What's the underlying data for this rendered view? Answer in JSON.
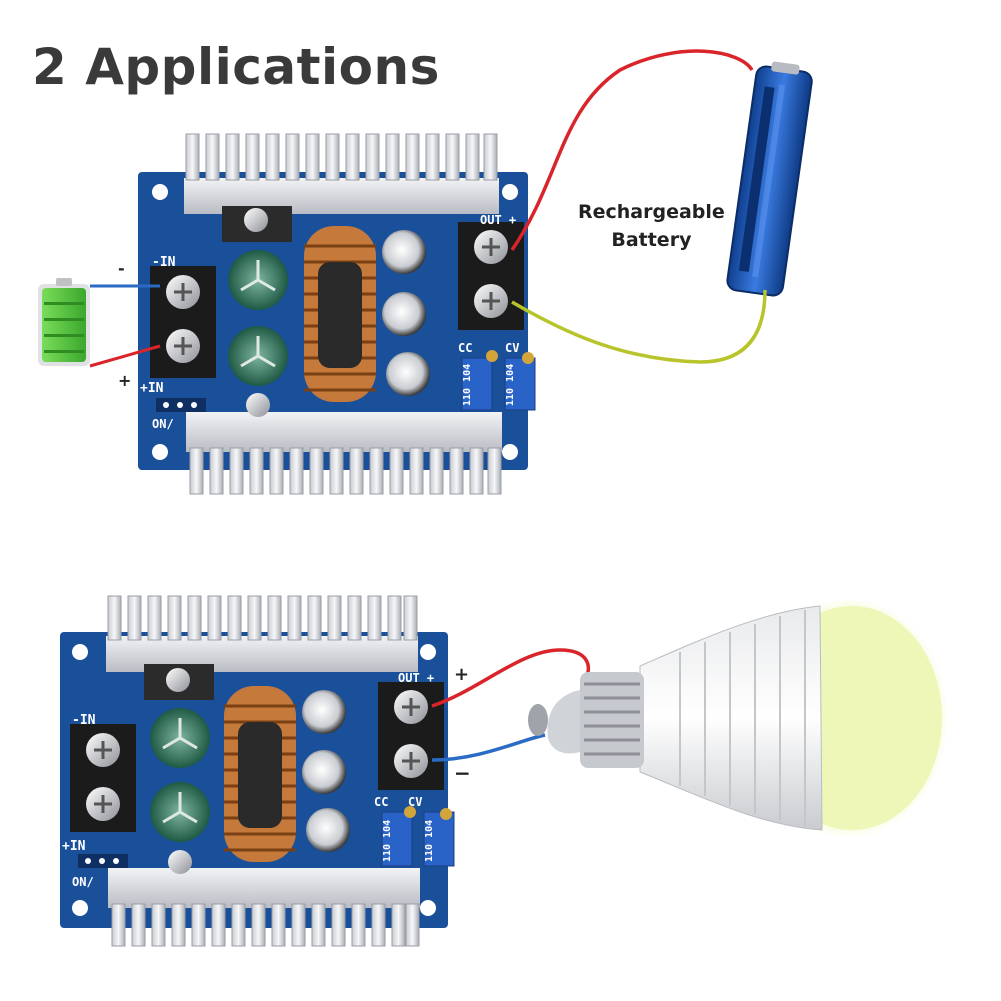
{
  "title": "2 Applications",
  "battery_label": {
    "line1": "Rechargeable",
    "line2": "Battery"
  },
  "board1": {
    "out_label": "OUT +",
    "in_minus_label": "-IN",
    "in_plus_label": "+IN",
    "onoff_label": "ON/",
    "cc_label": "CC",
    "cv_label": "CV",
    "pot_label": "110 104",
    "minus_sign": "-",
    "plus_sign": "+"
  },
  "board2": {
    "out_label": "OUT +",
    "in_minus_label": "-IN",
    "in_plus_label": "+IN",
    "onoff_label": "ON/",
    "cc_label": "CC",
    "cv_label": "CV",
    "pot_label": "110 104",
    "out_plus_sign": "+",
    "out_minus_sign": "−"
  },
  "colors": {
    "pcb": "#1a4f9a",
    "heatsink": "#d9dbe0",
    "copper": "#c5793a",
    "wire_red": "#d9252a",
    "wire_green_yellow": "#b8c42b",
    "wire_blue": "#2a6bc4",
    "bulb_glow": "#eef7b8"
  }
}
